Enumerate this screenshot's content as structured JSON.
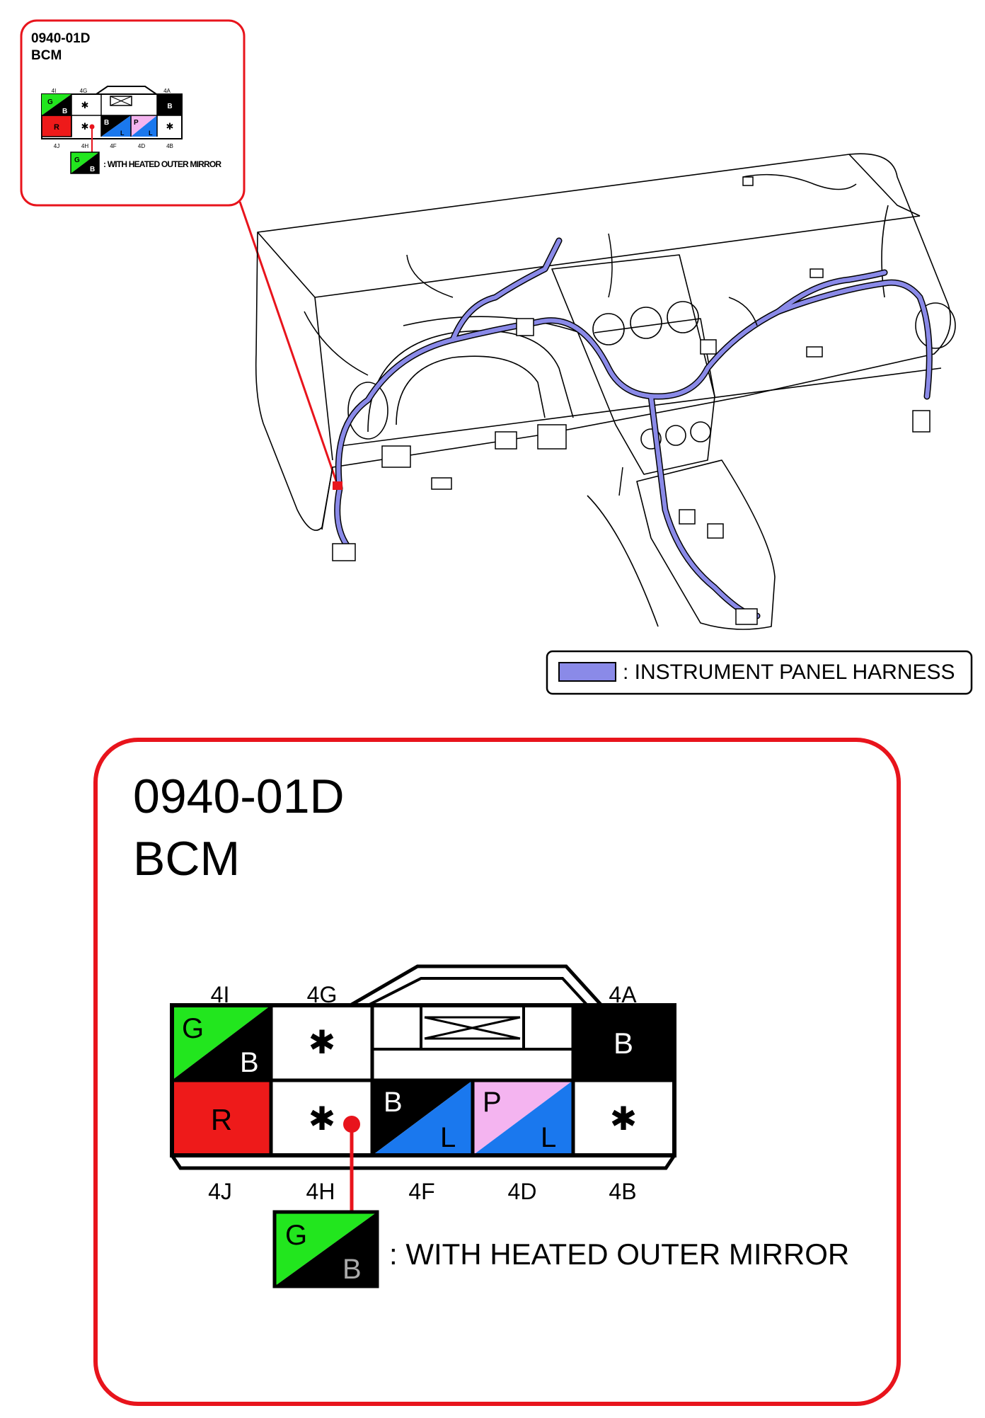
{
  "colors": {
    "callout_red": "#e8141c",
    "harness_blue": "#8a8ae8",
    "wire_green": "#22e61e",
    "wire_black": "#000000",
    "wire_red": "#ee1a1a",
    "wire_blue": "#1a78ee",
    "wire_pink": "#f4b4f0"
  },
  "small_callout": {
    "code": "0940-01D",
    "name": "BCM",
    "note": ": WITH HEATED OUTER MIRROR"
  },
  "legend": {
    "label": ": INSTRUMENT PANEL HARNESS"
  },
  "connector": {
    "code": "0940-01D",
    "name": "BCM",
    "top_labels": [
      "4I",
      "4G",
      "4A"
    ],
    "bottom_labels": [
      "4J",
      "4H",
      "4F",
      "4D",
      "4B"
    ],
    "pins": {
      "4I": {
        "a": "G",
        "b": "B"
      },
      "4G": {
        "mark": "✱"
      },
      "4A": {
        "a": "B"
      },
      "4J": {
        "a": "R"
      },
      "4H": {
        "mark": "✱"
      },
      "4F": {
        "a": "B",
        "b": "L"
      },
      "4D": {
        "a": "P",
        "b": "L"
      },
      "4B": {
        "mark": "✱"
      }
    },
    "option": {
      "a": "G",
      "b": "B",
      "note": ": WITH HEATED OUTER MIRROR"
    }
  }
}
